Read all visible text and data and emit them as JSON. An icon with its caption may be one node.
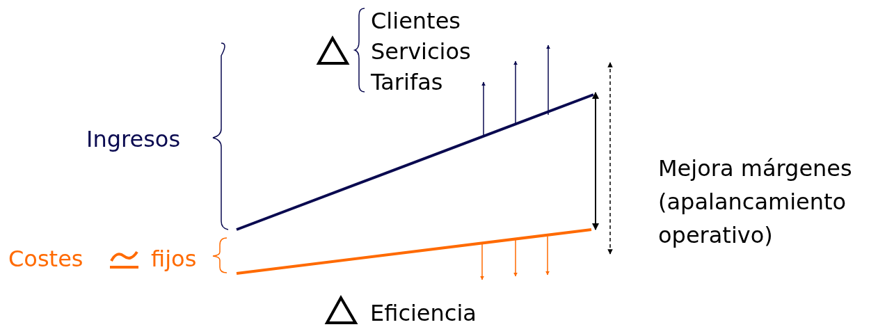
{
  "diagram": {
    "labels": [
      "Clientes",
      "Servicios",
      "Tarifas",
      "Ingresos",
      "Mejora márgenes (apalancamiento operativo)",
      "Costes",
      "fijos",
      "Eficiencia"
    ]
  }
}
